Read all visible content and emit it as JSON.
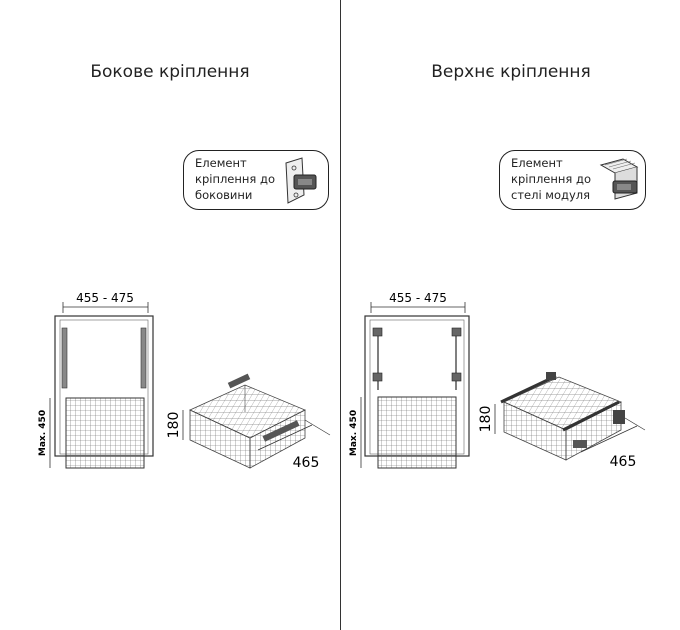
{
  "panels": {
    "left": {
      "title": "Бокове кріплення",
      "callout_lines": [
        "Елемент",
        "кріплення до",
        "боковини"
      ],
      "dim_width": "455 - 475",
      "dim_max_height": "Max. 450",
      "dim_height": "180",
      "dim_depth": "465"
    },
    "right": {
      "title": "Верхнє кріплення",
      "callout_lines": [
        "Елемент",
        "кріплення до",
        "стелі модуля"
      ],
      "dim_width": "455 - 475",
      "dim_max_height": "Max. 450",
      "dim_height": "180",
      "dim_depth": "465"
    }
  },
  "colors": {
    "line": "#333333",
    "mesh": "#555555",
    "text": "#222222"
  },
  "icons": {
    "left_bracket": "side-bracket-icon",
    "right_bracket": "top-bracket-icon"
  }
}
